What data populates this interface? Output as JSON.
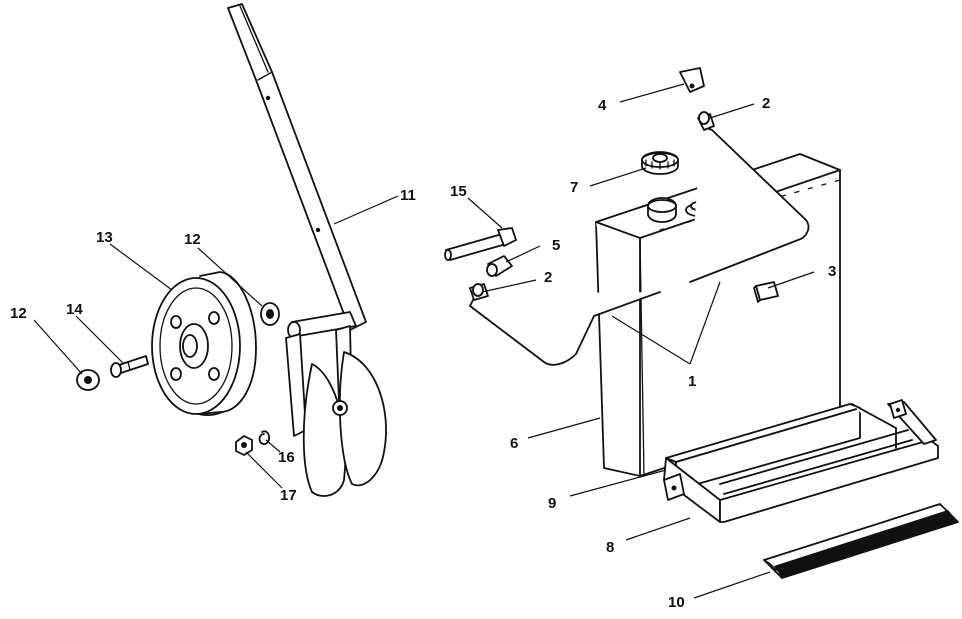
{
  "diagram": {
    "callouts": [
      {
        "id": "c1",
        "number": "1"
      },
      {
        "id": "c2a",
        "number": "2"
      },
      {
        "id": "c2b",
        "number": "2"
      },
      {
        "id": "c3",
        "number": "3"
      },
      {
        "id": "c4",
        "number": "4"
      },
      {
        "id": "c5",
        "number": "5"
      },
      {
        "id": "c6",
        "number": "6"
      },
      {
        "id": "c7",
        "number": "7"
      },
      {
        "id": "c8",
        "number": "8"
      },
      {
        "id": "c9",
        "number": "9"
      },
      {
        "id": "c10",
        "number": "10"
      },
      {
        "id": "c11",
        "number": "11"
      },
      {
        "id": "c12a",
        "number": "12"
      },
      {
        "id": "c12b",
        "number": "12"
      },
      {
        "id": "c13",
        "number": "13"
      },
      {
        "id": "c14",
        "number": "14"
      },
      {
        "id": "c15",
        "number": "15"
      },
      {
        "id": "c16",
        "number": "16"
      },
      {
        "id": "c17",
        "number": "17"
      }
    ]
  }
}
